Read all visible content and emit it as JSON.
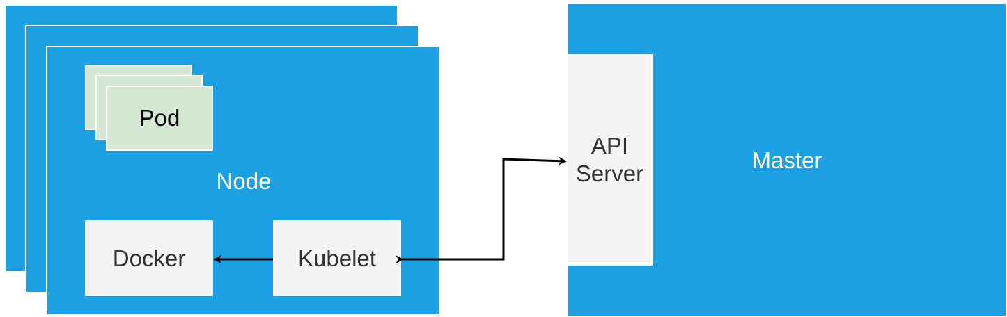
{
  "diagram": {
    "nodes": {
      "node_label": "Node",
      "pod_label": "Pod",
      "docker_label": "Docker",
      "kubelet_label": "Kubelet"
    },
    "master": {
      "master_label": "Master",
      "api_server_label": "API\nServer"
    },
    "edges": [
      {
        "from": "Kubelet",
        "to": "Docker",
        "direction": "forward"
      },
      {
        "from": "Kubelet",
        "to": "API Server",
        "direction": "both"
      }
    ],
    "colors": {
      "node_fill": "#1ba1e2",
      "master_fill": "#1ba1e2",
      "pod_fill": "#d5e8d4",
      "component_fill": "#f4f4f4",
      "edge_color": "#000000"
    }
  }
}
